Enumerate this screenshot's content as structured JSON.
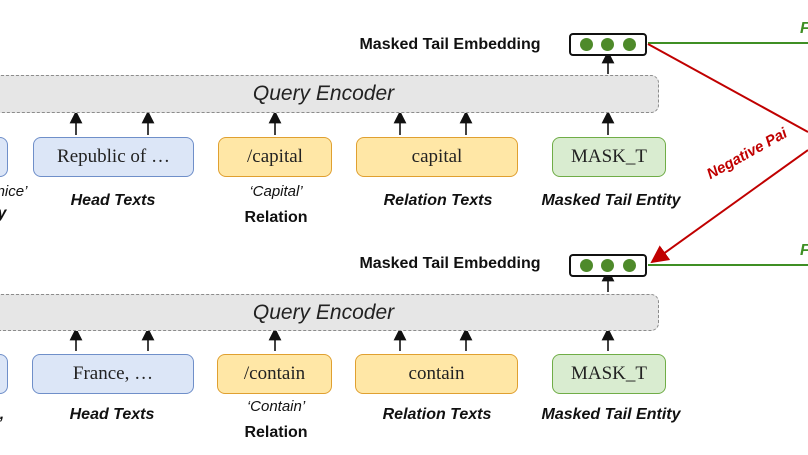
{
  "colors": {
    "positive": "#3f8f24",
    "negative": "#c00000",
    "dot": "#4e8a2a"
  },
  "top": {
    "embedding_label": "Masked Tail Embedding",
    "encoder_label": "Query Encoder",
    "head_box": "Republic of …",
    "relation_box": "/capital",
    "relation_text_box": "capital",
    "mask_box": "MASK_T",
    "head_label": "Head Texts",
    "relation_quote": "‘Capital’",
    "relation_label": "Relation",
    "relation_texts_label": "Relation Texts",
    "mask_label": "Masked Tail Entity",
    "left_partial_quote": "nice’",
    "left_partial_text": "y"
  },
  "bottom": {
    "embedding_label": "Masked Tail Embedding",
    "encoder_label": "Query Encoder",
    "head_box": "France, …",
    "relation_box": "/contain",
    "relation_text_box": "contain",
    "mask_box": "MASK_T",
    "head_label": "Head Texts",
    "relation_quote": "‘Contain’",
    "relation_label": "Relation",
    "relation_texts_label": "Relation Texts",
    "mask_label": "Masked Tail Entity",
    "left_partial_text": ","
  },
  "negative_pair_label": "Negative Pai",
  "right_partial_top": "F",
  "right_partial_bottom": "F"
}
